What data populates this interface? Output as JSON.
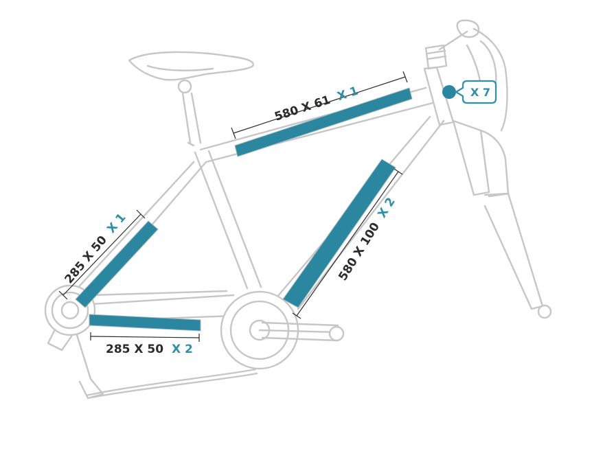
{
  "colors": {
    "accent": "#2f8ea8",
    "strip": "#2b86a0",
    "frame_outline": "#c6c6c6",
    "label_text": "#2b2b2b",
    "background": "#ffffff"
  },
  "labels": {
    "top_tube": {
      "size": "580 X 61",
      "qty": "X 1"
    },
    "down_tube": {
      "size": "580 X 100",
      "qty": "X 2"
    },
    "seat_stay": {
      "size": "285 X 50",
      "qty": "X 1"
    },
    "chain_stay": {
      "size": "285 X 50",
      "qty": "X 2"
    }
  },
  "badge": {
    "text": "X 7",
    "icon": "dot-marker-icon"
  }
}
